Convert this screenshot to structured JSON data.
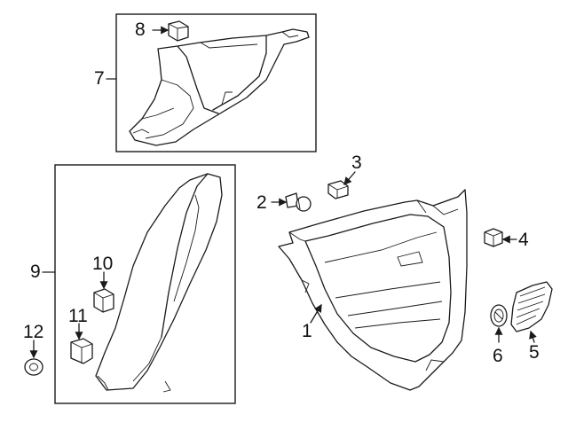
{
  "callouts": {
    "c1": "1",
    "c2": "2",
    "c3": "3",
    "c4": "4",
    "c5": "5",
    "c6": "6",
    "c7": "7",
    "c8": "8",
    "c9": "9",
    "c10": "10",
    "c11": "11",
    "c12": "12"
  },
  "parts": [
    {
      "callout": "1",
      "icon": "quarter-trim-panel"
    },
    {
      "callout": "2",
      "icon": "push-pin-retainer"
    },
    {
      "callout": "3",
      "icon": "clip"
    },
    {
      "callout": "4",
      "icon": "nut"
    },
    {
      "callout": "5",
      "icon": "vent-grille"
    },
    {
      "callout": "6",
      "icon": "grommet"
    },
    {
      "callout": "7",
      "icon": "upper-pillar-trim"
    },
    {
      "callout": "8",
      "icon": "clip"
    },
    {
      "callout": "9",
      "icon": "pillar-trim-panel"
    },
    {
      "callout": "10",
      "icon": "clip"
    },
    {
      "callout": "11",
      "icon": "clip"
    },
    {
      "callout": "12",
      "icon": "push-nut"
    }
  ]
}
